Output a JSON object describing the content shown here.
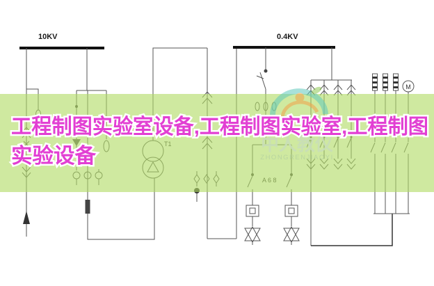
{
  "banner": {
    "seo_line1": "工程制图实验室设备,工程制图实验室,工程制图",
    "seo_line2": "实验设备",
    "text_color": "#e23fd3",
    "bg_color": "#b2db66"
  },
  "watermark": {
    "brand_cn": "中人教仪",
    "brand_en": "ZHONGRENJIAOYI",
    "teal": "#62c9bd",
    "orange": "#f2a24a"
  },
  "diagram": {
    "bus_hv_label": "10KV",
    "bus_lv_label": "0.4KV",
    "transformer_label": "T1",
    "branch_label": "A 6 8",
    "motor_label": "M",
    "line_color": "#565656",
    "bus_color": "#111111"
  }
}
